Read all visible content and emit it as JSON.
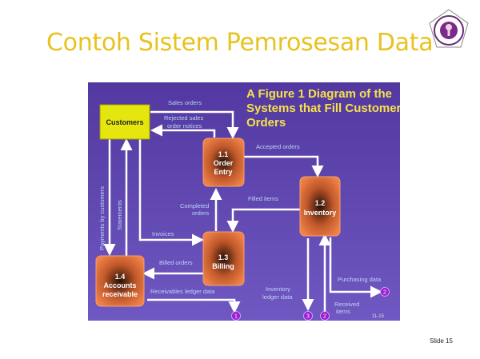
{
  "slide": {
    "title": "Contoh Sistem Pemrosesan Data",
    "number": "Slide 15"
  },
  "diagram": {
    "title_lines": [
      "A Figure 1 Diagram of the",
      "Systems that Fill Customer",
      "Orders"
    ],
    "entities": {
      "customers": "Customers"
    },
    "processes": {
      "order_entry": [
        "1.1",
        "Order",
        "Entry"
      ],
      "inventory": [
        "1.2",
        "Inventory"
      ],
      "billing": [
        "1.3",
        "Billing"
      ],
      "accounts_receivable": [
        "1.4",
        "Accounts",
        "receivable"
      ]
    },
    "flows": {
      "sales_orders": "Sales orders",
      "rejected": [
        "Rejected  sales",
        "order notices"
      ],
      "accepted_orders": "Accepted orders",
      "filled_items": "Filled  items",
      "completed_orders": [
        "Completed",
        "orders"
      ],
      "invoices": "Invoices",
      "billed_orders": "Billed  orders",
      "receivables_ledger": "Receivables  ledger data",
      "payments": "Payments  by customers",
      "statements": "Statements",
      "inventory_ledger": [
        "Inventory",
        "ledger data"
      ],
      "purchasing_data": "Purchasing data",
      "received_items": [
        "Received",
        "items"
      ]
    },
    "connectors": [
      "1",
      "3",
      "2",
      "2"
    ],
    "page_ref": "11-15",
    "colors": {
      "background_top": "#5238a0",
      "background_bottom": "#6e56c0",
      "process": "#e0733a",
      "entity": "#e6e60f",
      "connector": "#9b1fd0"
    }
  }
}
